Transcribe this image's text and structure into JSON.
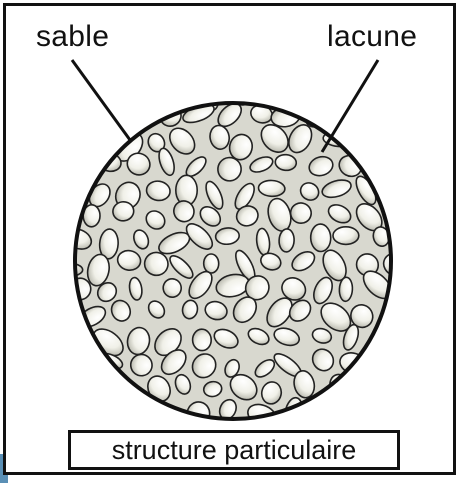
{
  "labels": {
    "sand": "sable",
    "void": "lacune"
  },
  "caption": "structure particulaire",
  "colors": {
    "ink": "#111111",
    "grain_fill": "#f4f4ee",
    "grain_shade": "#c9c9c0",
    "accent": "#5a8fb5"
  }
}
